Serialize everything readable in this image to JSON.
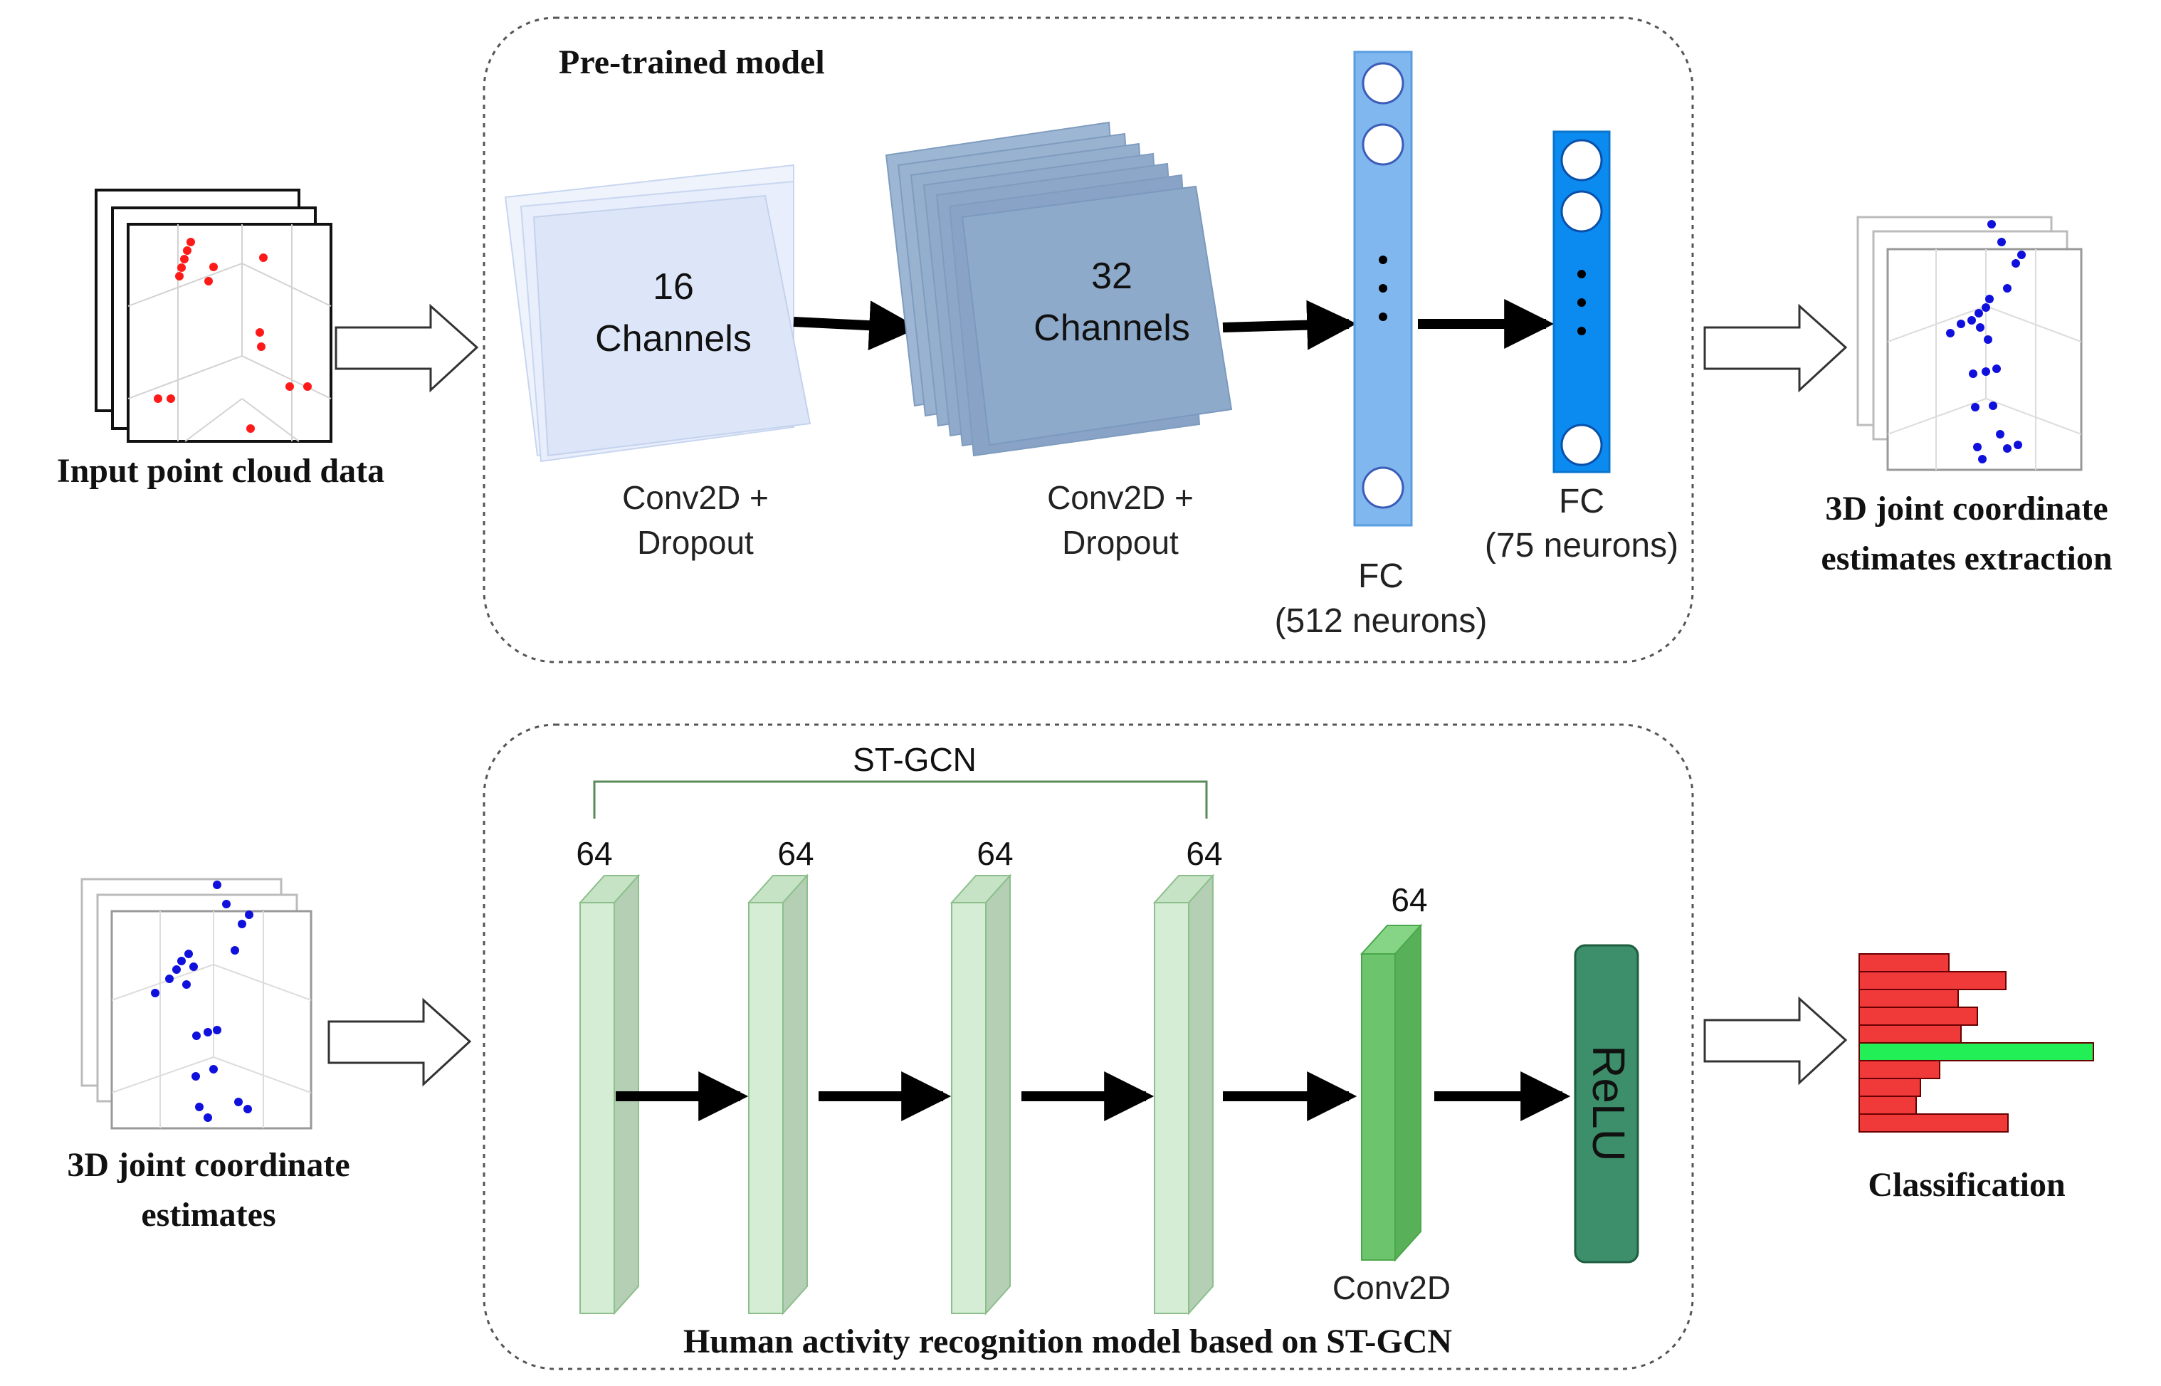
{
  "top_panel": {
    "title": "Pre-trained model",
    "input_label": "Input point cloud data",
    "conv1": {
      "count": "16",
      "unit": "Channels",
      "caption_line1": "Conv2D +",
      "caption_line2": "Dropout"
    },
    "conv2": {
      "count": "32",
      "unit": "Channels",
      "caption_line1": "Conv2D +",
      "caption_line2": "Dropout"
    },
    "fc1": {
      "line1": "FC",
      "line2": "(512 neurons)"
    },
    "fc2": {
      "line1": "FC",
      "line2": "(75 neurons)"
    },
    "output_label_line1": "3D joint coordinate",
    "output_label_line2": "estimates extraction"
  },
  "bottom_panel": {
    "title": "Human activity recognition model based on ST-GCN",
    "group_label": "ST-GCN",
    "block_sizes": [
      "64",
      "64",
      "64",
      "64"
    ],
    "conv_size": "64",
    "conv_label": "Conv2D",
    "relu_label": "ReLU",
    "input_label_line1": "3D joint coordinate",
    "input_label_line2": "estimates",
    "output_label": "Classification",
    "classification_bars": [
      0.38,
      0.62,
      0.42,
      0.5,
      0.43,
      0.99,
      0.34,
      0.26,
      0.24,
      0.63
    ],
    "highlighted_bar": 5
  },
  "colors": {
    "point_cloud": "#ff1a1a",
    "joints": "#1010dd",
    "conv1_fill": "#dde6f8",
    "conv2_fill": "#8eaacb",
    "fc1_fill": "#7fb7ee",
    "fc2_fill": "#0b8af0",
    "stgcn_front": "#d5ecd5",
    "stgcn_side": "#b4cfb4",
    "conv_green": "#6cc56c",
    "relu": "#3c8f6a",
    "bar_red": "#f03a3a",
    "bar_green": "#22ee55"
  }
}
